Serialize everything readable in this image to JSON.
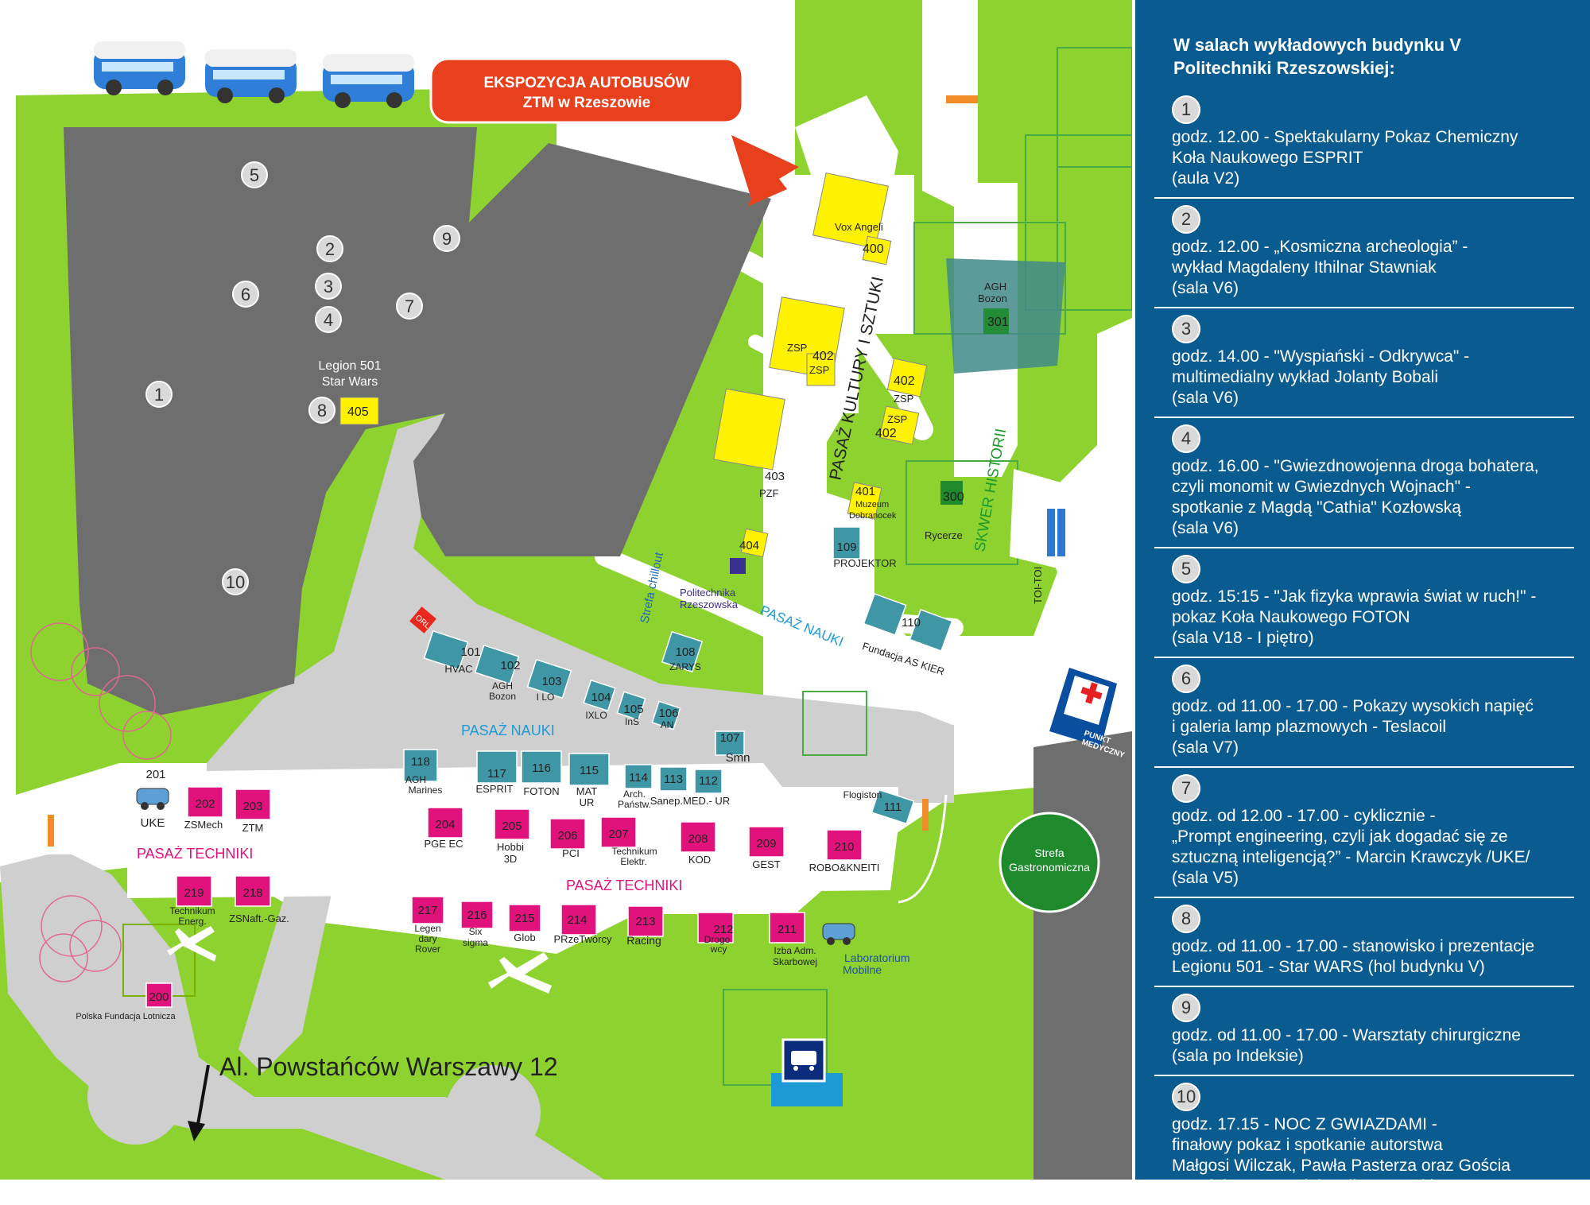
{
  "banner": {
    "line1": "EKSPOZYCJA AUTOBUSÓW",
    "line2": "ZTM w Rzeszowie"
  },
  "numbers": {
    "n1": "1",
    "n2": "2",
    "n3": "3",
    "n4": "4",
    "n5": "5",
    "n6": "6",
    "n7": "7",
    "n8": "8",
    "n9": "9",
    "n10": "10"
  },
  "legion": {
    "line1": "Legion 501",
    "line2": "Star Wars"
  },
  "streets": {
    "kultura": "PASAŻ KULTURY I SZTUKI",
    "nauki1": "PASAŻ NAUKI",
    "nauki2": "PASAŻ NAUKI",
    "techniki1": "PASAŻ TECHNIKI",
    "techniki2": "PASAŻ TECHNIKI",
    "skwer": "SKWER HISTORII",
    "chillout": "Strefa chillout",
    "address": "Al. Powstańców Warszawy 12"
  },
  "places": {
    "gastro1": "Strefa",
    "gastro2": "Gastronomiczna",
    "medic1": "PUNKT",
    "medic2": "MEDYCZNY",
    "toi": "TOI-TOI",
    "polit1": "Politechnika",
    "polit2": "Rzeszowska",
    "lab1": "Laboratorium",
    "lab2": "Mobilne",
    "pfl": "Polska Fundacja Lotnicza",
    "rycerze": "Rycerze",
    "orl": "ORL"
  },
  "stands": {
    "s400n": "400",
    "s400l": "Vox Angeli",
    "s301n": "301",
    "s301l1": "AGH",
    "s301l2": "Bozon",
    "s402a": "402",
    "s402al1": "ZSP",
    "s402al2": "ZSP",
    "s402b": "402",
    "s402bl": "ZSP",
    "s402c": "402",
    "s402cl": "ZSP",
    "s403n": "403",
    "s403l": "PZF",
    "s401n": "401",
    "s401l1": "Muzeum",
    "s401l2": "Dobranocek",
    "s404n": "404",
    "s405n": "405",
    "s300n": "300",
    "s109n": "109",
    "s109l": "PROJEKTOR",
    "s110n": "110",
    "s110l": "Fundacja AS KIER",
    "s108n": "108",
    "s108l": "ZARYS",
    "s101n": "101",
    "s101l": "HVAC",
    "s102n": "102",
    "s102l1": "AGH",
    "s102l2": "Bozon",
    "s103n": "103",
    "s103l": "I LO",
    "s104n": "104",
    "s104l": "IXLO",
    "s105n": "105",
    "s105l": "InS",
    "s106n": "106",
    "s106l": "AN",
    "s107n": "107",
    "s107l": "Smn",
    "s111n": "111",
    "s111l": "Flogiston",
    "s112n": "112",
    "s113n": "113",
    "s113l": "Sanep.MED.- UR",
    "s114n": "114",
    "s114l1": "Arch.",
    "s114l2": "Państw.",
    "s115n": "115",
    "s115l1": "MAT",
    "s115l2": "UR",
    "s116n": "116",
    "s116l": "FOTON",
    "s117n": "117",
    "s117l": "ESPRIT",
    "s118n": "118",
    "s118l1": "AGH",
    "s118l2": "Marines",
    "s201n": "201",
    "s201l": "UKE",
    "s202n": "202",
    "s202l": "ZSMech",
    "s203n": "203",
    "s203l": "ZTM",
    "s204n": "204",
    "s204l": "PGE EC",
    "s205n": "205",
    "s205l1": "Hobbi",
    "s205l2": "3D",
    "s206n": "206",
    "s206l": "PCI",
    "s207n": "207",
    "s207l1": "Technikum",
    "s207l2": "Elektr.",
    "s208n": "208",
    "s208l": "KOD",
    "s209n": "209",
    "s209l": "GEST",
    "s210n": "210",
    "s210l": "ROBO&KNEITI",
    "s211n": "211",
    "s211l1": "Izba Adm.",
    "s211l2": "Skarbowej",
    "s212n": "212",
    "s212l1": "Drogo",
    "s212l2": "wcy",
    "s213n": "213",
    "s213l": "Racing",
    "s214n": "214",
    "s214l": "PRzeTwórcy",
    "s215n": "215",
    "s215l": "Glob",
    "s216n": "216",
    "s216l1": "Six",
    "s216l2": "sigma",
    "s217n": "217",
    "s217l1": "Legen",
    "s217l2": "dary",
    "s217l3": "Rover",
    "s218n": "218",
    "s218l": "ZSNaft.-Gaz.",
    "s219n": "219",
    "s219l1": "Technikum",
    "s219l2": "Energ.",
    "s200n": "200"
  },
  "sidebar": {
    "title": "W salach wykładowych budynku V\nPolitechniki Rzeszowskiej:",
    "events": [
      {
        "num": "1",
        "text": "godz. 12.00 - Spektakularny Pokaz Chemiczny\nKoła Naukowego ESPRIT\n(aula V2)"
      },
      {
        "num": "2",
        "text": "godz. 12.00 - „Kosmiczna archeologia” -\nwykład Magdaleny Ithilnar Stawniak\n(sala V6)"
      },
      {
        "num": "3",
        "text": "godz. 14.00 - \"Wyspiański - Odkrywca\" -\nmultimedialny wykład Jolanty Bobali\n(sala V6)"
      },
      {
        "num": "4",
        "text": "godz. 16.00 - \"Gwiezdnowojenna droga bohatera,\nczyli monomit w Gwiezdnych Wojnach\" -\nspotkanie z Magdą \"Cathia\" Kozłowską\n(sala V6)"
      },
      {
        "num": "5",
        "text": "godz. 15:15 - \"Jak fizyka wprawia świat w ruch!\" -\npokaz Koła Naukowego FOTON\n(sala V18 - I piętro)"
      },
      {
        "num": "6",
        "text": "godz. od 11.00 - 17.00 - Pokazy wysokich napięć\ni galeria lamp plazmowych - Teslacoil\n(sala V7)"
      },
      {
        "num": "7",
        "text": "godz. od 12.00 - 17.00 -  cyklicznie -\n„Prompt engineering, czyli jak dogadać się ze\nsztuczną inteligencją?” -  Marcin Krawczyk /UKE/\n(sala V5)"
      },
      {
        "num": "8",
        "text": "godz. od 11.00 - 17.00  - stanowisko i prezentacje\nLegionu 501 - Star WARS  (hol budynku V)"
      },
      {
        "num": "9",
        "text": "godz. od 11.00 - 17.00 - Warsztaty chirurgiczne\n(sala po Indeksie)"
      },
      {
        "num": "10",
        "text": "godz. 17.15 - NOC Z GWIAZDAMI -\nfinałowy pokaz i spotkanie autorstwa\nMałgosi Wilczak, Pawła Pasterza oraz Gościa\nSpecjalnego: Macieja Milczanowskiego"
      }
    ]
  },
  "colors": {
    "grass": "#8dd22f",
    "road": "#cfcfcf",
    "building": "#6e6e6e",
    "pink": "#e2127d",
    "teal": "#3f96a5",
    "yellow": "#fff200",
    "banner": "#e8401c",
    "sidebar": "#0a5b8f"
  }
}
